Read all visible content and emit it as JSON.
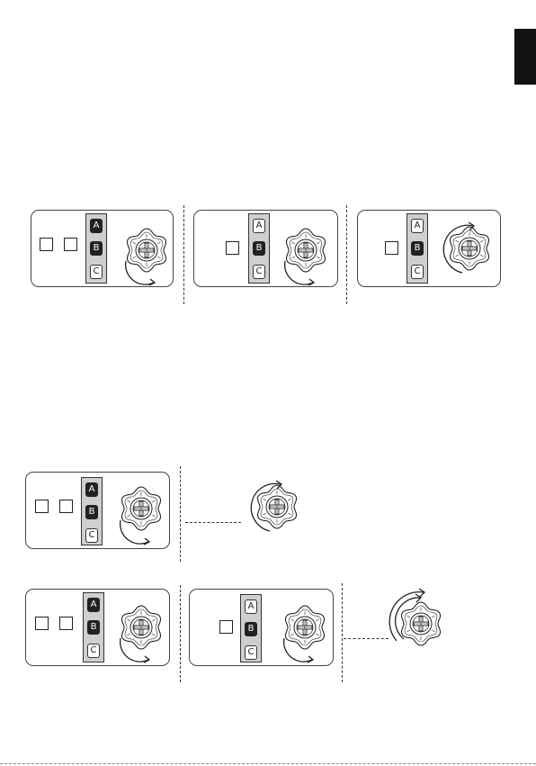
{
  "keys": {
    "a": "A",
    "b": "B",
    "c": "C"
  },
  "colors": {
    "ink": "#222222",
    "strip": "#cfcfcf",
    "tab": "#111111"
  },
  "icons": [
    "rotary-knob-icon",
    "rotation-arrow-icon",
    "indicator-square-icon"
  ],
  "rows": [
    {
      "name": "top-row",
      "panels": [
        {
          "highlighted": [
            "A",
            "B"
          ],
          "squares": 2,
          "rotation": "counter-clockwise"
        },
        {
          "highlighted": [
            "B"
          ],
          "squares": 1,
          "rotation": "counter-clockwise"
        },
        {
          "highlighted": [
            "B"
          ],
          "squares": 1,
          "rotation": "clockwise"
        }
      ]
    },
    {
      "name": "middle-row",
      "panels": [
        {
          "highlighted": [
            "A",
            "B"
          ],
          "squares": 2,
          "rotation": "counter-clockwise"
        },
        {
          "highlighted": [],
          "squares": 0,
          "rotation": "clockwise"
        }
      ]
    },
    {
      "name": "bottom-row",
      "panels": [
        {
          "highlighted": [
            "A",
            "B"
          ],
          "squares": 2,
          "rotation": "counter-clockwise"
        },
        {
          "highlighted": [
            "B"
          ],
          "squares": 1,
          "rotation": "counter-clockwise"
        },
        {
          "highlighted": [],
          "squares": 0,
          "rotation": "clockwise-double"
        }
      ]
    }
  ]
}
